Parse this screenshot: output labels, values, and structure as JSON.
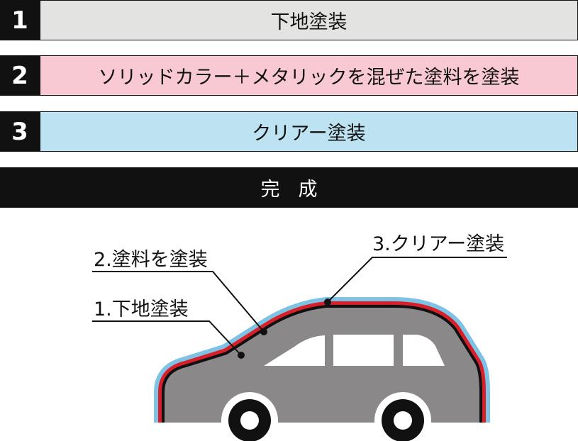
{
  "steps": [
    {
      "number": "1",
      "label": "下地塗装",
      "color": "#e3e3e2"
    },
    {
      "number": "2",
      "label": "ソリッドカラー＋メタリックを混ぜた塗料を塗装",
      "color": "#f8c9d2"
    },
    {
      "number": "3",
      "label": "クリアー塗装",
      "color": "#bde2f2"
    }
  ],
  "complete_label": "完成",
  "diagram": {
    "labels": {
      "base": "1.下地塗装",
      "paint": "2.塗料を塗装",
      "clear": "3.クリアー塗装"
    },
    "colors": {
      "clear_layer": "#7ec3e4",
      "paint_layer": "#d8202a",
      "base_layer": "#111111",
      "body": "#8a8888",
      "window": "#ffffff"
    }
  }
}
